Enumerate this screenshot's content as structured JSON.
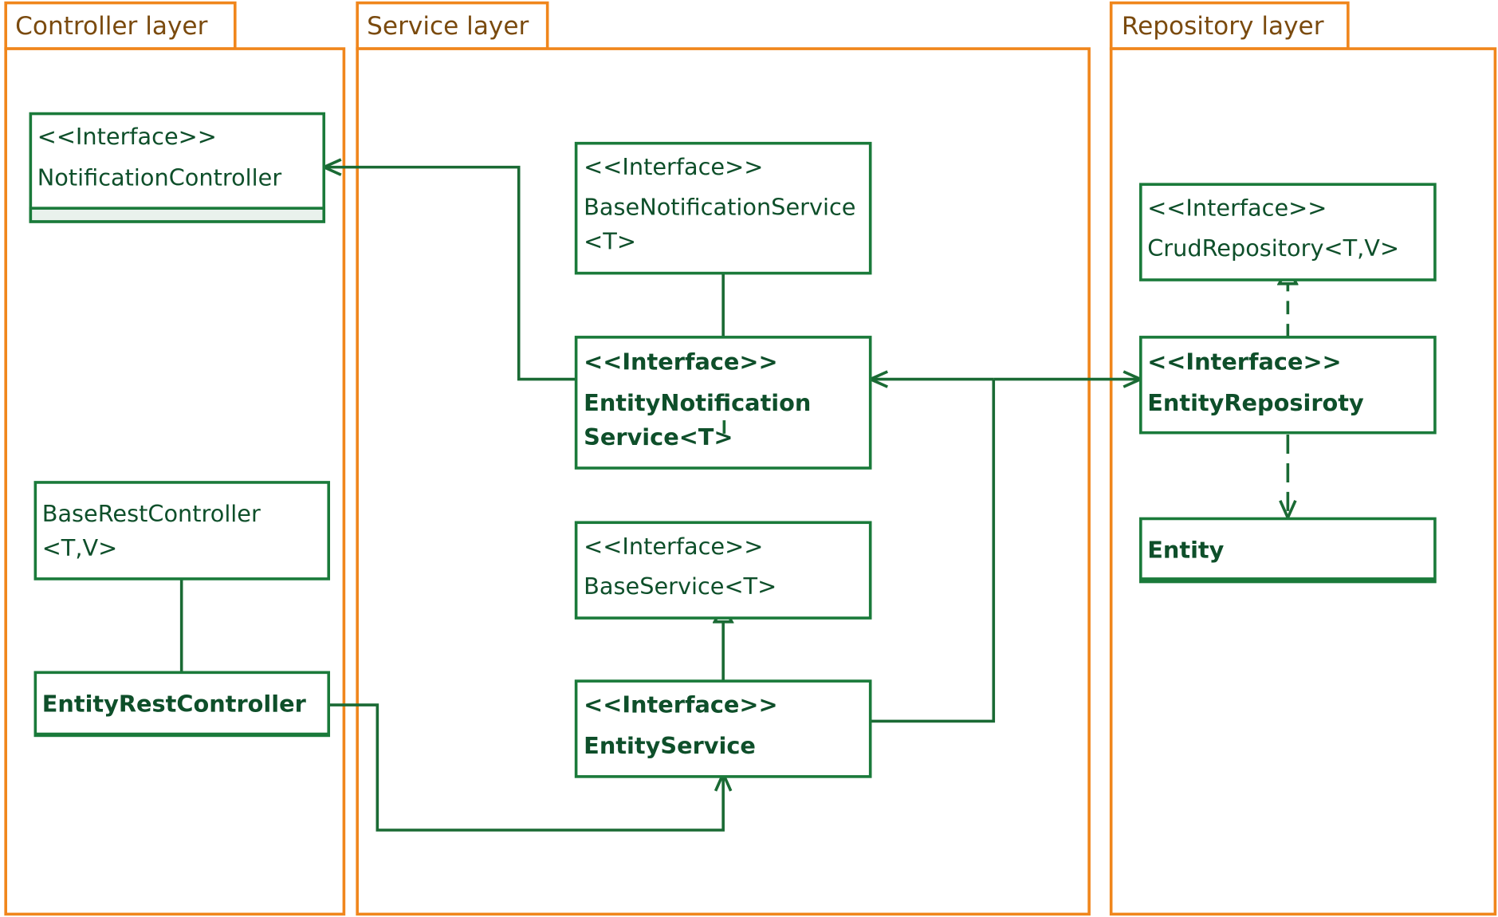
{
  "packages": {
    "controller": "Controller layer",
    "service": "Service layer",
    "repository": "Repository layer"
  },
  "classes": {
    "notification_controller": {
      "stereotype": "<<Interface>>",
      "name": "NotificationController"
    },
    "base_rest_controller": {
      "name_line1": "BaseRestController",
      "name_line2": "<T,V>"
    },
    "entity_rest_controller": {
      "name": "EntityRestController"
    },
    "base_notification_service": {
      "stereotype": "<<Interface>>",
      "name_line1": "BaseNotificationService",
      "name_line2": "<T>"
    },
    "entity_notification_service": {
      "stereotype": "<<Interface>>",
      "name_line1": "EntityNotification",
      "name_line2": "Service<T>"
    },
    "base_service": {
      "stereotype": "<<Interface>>",
      "name": "BaseService<T>"
    },
    "entity_service": {
      "stereotype": "<<Interface>>",
      "name": "EntityService"
    },
    "crud_repository": {
      "stereotype": "<<Interface>>",
      "name": "CrudRepository<T,V>"
    },
    "entity_repository": {
      "stereotype": "<<Interface>>",
      "name": "EntityReposiroty"
    },
    "entity": {
      "name": "Entity"
    }
  },
  "colors": {
    "package_border": "#f0861c",
    "class_border": "#1a7a3a",
    "package_text": "#7a4a0e",
    "class_text": "#0e4f2a"
  }
}
